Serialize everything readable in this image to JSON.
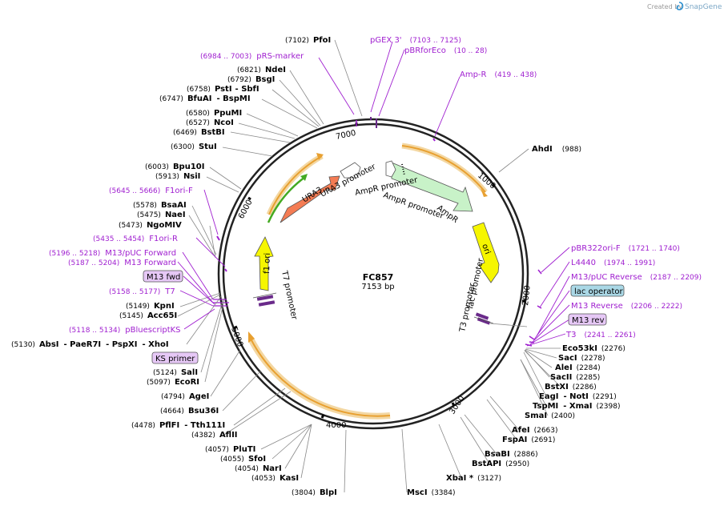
{
  "branding": {
    "created_by": "Created by",
    "product": "SnapGene"
  },
  "plasmid": {
    "name": "FC857",
    "size": "7153 bp"
  },
  "ticks": [
    "1000",
    "2000",
    "3000",
    "4000",
    "5000",
    "6000",
    "7000"
  ],
  "enzymes": [
    {
      "id": "pfoi",
      "pos": "(7102)",
      "name": "PfoI"
    },
    {
      "id": "ndei",
      "pos": "(6821)",
      "name": "NdeI"
    },
    {
      "id": "bsgi",
      "pos": "(6792)",
      "name": "BsgI"
    },
    {
      "id": "psti-sbfi",
      "pos": "(6758)",
      "name": "PstI",
      "name2": "SbfI"
    },
    {
      "id": "bfuai-bspmi",
      "pos": "(6747)",
      "name": "BfuAI",
      "name2": "BspMI"
    },
    {
      "id": "ppumi",
      "pos": "(6580)",
      "name": "PpuMI"
    },
    {
      "id": "ncoi",
      "pos": "(6527)",
      "name": "NcoI"
    },
    {
      "id": "bstbi",
      "pos": "(6469)",
      "name": "BstBI"
    },
    {
      "id": "stui",
      "pos": "(6300)",
      "name": "StuI"
    },
    {
      "id": "bpu10i",
      "pos": "(6003)",
      "name": "Bpu10I"
    },
    {
      "id": "nsii",
      "pos": "(5913)",
      "name": "NsiI"
    },
    {
      "id": "bsaai",
      "pos": "(5578)",
      "name": "BsaAI"
    },
    {
      "id": "naei",
      "pos": "(5475)",
      "name": "NaeI"
    },
    {
      "id": "ngomiv",
      "pos": "(5473)",
      "name": "NgoMIV"
    },
    {
      "id": "kpni",
      "pos": "(5149)",
      "name": "KpnI"
    },
    {
      "id": "acc65i",
      "pos": "(5145)",
      "name": "Acc65I"
    },
    {
      "id": "absi-group",
      "pos": "(5130)",
      "name": "AbsI",
      "name2": "PaeR7I",
      "name3": "PspXI",
      "name4": "XhoI"
    },
    {
      "id": "sali",
      "pos": "(5124)",
      "name": "SalI"
    },
    {
      "id": "ecori",
      "pos": "(5097)",
      "name": "EcoRI"
    },
    {
      "id": "agei",
      "pos": "(4794)",
      "name": "AgeI"
    },
    {
      "id": "bsu36i",
      "pos": "(4664)",
      "name": "Bsu36I"
    },
    {
      "id": "pflfi",
      "pos": "(4478)",
      "name": "PflFI",
      "name2": "Tth111I"
    },
    {
      "id": "aflii",
      "pos": "(4382)",
      "name": "AflII"
    },
    {
      "id": "plutI",
      "pos": "(4057)",
      "name": "PluTI"
    },
    {
      "id": "sfoi",
      "pos": "(4055)",
      "name": "SfoI"
    },
    {
      "id": "nari",
      "pos": "(4054)",
      "name": "NarI"
    },
    {
      "id": "kasi",
      "pos": "(4053)",
      "name": "KasI"
    },
    {
      "id": "blpi",
      "pos": "(3804)",
      "name": "BlpI"
    },
    {
      "id": "msci",
      "pos": "(3384)",
      "name": "MscI"
    },
    {
      "id": "xbai",
      "pos": "(3127)",
      "name": "XbaI *"
    },
    {
      "id": "bstapi",
      "pos": "(2950)",
      "name": "BstAPI"
    },
    {
      "id": "bsabi",
      "pos": "(2886)",
      "name": "BsaBI"
    },
    {
      "id": "fspai",
      "pos": "(2691)",
      "name": "FspAI"
    },
    {
      "id": "afei",
      "pos": "(2663)",
      "name": "AfeI"
    },
    {
      "id": "smai",
      "pos": "(2400)",
      "name": "SmaI"
    },
    {
      "id": "tspmi-xmai",
      "pos": "(2398)",
      "name": "TspMI",
      "name2": "XmaI"
    },
    {
      "id": "eagi-noti",
      "pos": "(2291)",
      "name": "EagI",
      "name2": "NotI"
    },
    {
      "id": "bstxi",
      "pos": "(2286)",
      "name": "BstXI"
    },
    {
      "id": "sacii",
      "pos": "(2285)",
      "name": "SacII"
    },
    {
      "id": "alei",
      "pos": "(2284)",
      "name": "AleI"
    },
    {
      "id": "saci",
      "pos": "(2278)",
      "name": "SacI"
    },
    {
      "id": "eco53ki",
      "pos": "(2276)",
      "name": "Eco53kI"
    },
    {
      "id": "ahdi",
      "pos": "(988)",
      "name": "AhdI"
    }
  ],
  "primers": [
    {
      "id": "pgex3",
      "name": "pGEX 3'",
      "range": "(7103 .. 7125)"
    },
    {
      "id": "pbrforeco",
      "name": "pBRforEco",
      "range": "(10 .. 28)"
    },
    {
      "id": "prs-marker",
      "name": "pRS-marker",
      "range": "(6984 .. 7003)"
    },
    {
      "id": "amp-r",
      "name": "Amp-R",
      "range": "(419 .. 438)"
    },
    {
      "id": "f1ori-f",
      "name": "F1ori-F",
      "range": "(5645 .. 5666)"
    },
    {
      "id": "f1ori-r",
      "name": "F1ori-R",
      "range": "(5435 .. 5454)"
    },
    {
      "id": "m13puc-fwd",
      "name": "M13/pUC Forward",
      "range": "(5196 .. 5218)"
    },
    {
      "id": "m13-fwd",
      "name": "M13 Forward",
      "range": "(5187 .. 5204)"
    },
    {
      "id": "t7",
      "name": "T7",
      "range": "(5158 .. 5177)"
    },
    {
      "id": "pbluescriptks",
      "name": "pBluescriptKS",
      "range": "(5118 .. 5134)"
    },
    {
      "id": "pbr322ori-f",
      "name": "pBR322ori-F",
      "range": "(1721 .. 1740)"
    },
    {
      "id": "l4440",
      "name": "L4440",
      "range": "(1974 .. 1991)"
    },
    {
      "id": "m13puc-rev",
      "name": "M13/pUC Reverse",
      "range": "(2187 .. 2209)"
    },
    {
      "id": "m13-reverse",
      "name": "M13 Reverse",
      "range": "(2206 .. 2222)"
    },
    {
      "id": "t3",
      "name": "T3",
      "range": "(2241 .. 2261)"
    }
  ],
  "boxed_labels": {
    "m13fwd": "M13 fwd",
    "ks_primer": "KS primer",
    "lac_operator": "lac operator",
    "m13rev": "M13 rev"
  },
  "features": {
    "ampr_promoter": "AmpR promoter",
    "ampr": "AmpR",
    "ori": "ori",
    "lac_promoter": "lac promoter",
    "t3_promoter": "T3 promoter",
    "t7_promoter": "T7 promoter",
    "f1_ori": "f1 ori",
    "ura3": "URA3",
    "ura3_promoter": "URA3 promoter"
  },
  "colors": {
    "ampr": "#c8f2c8",
    "ori": "#f6f600",
    "ura3": "#f47c54",
    "f1ori": "#f6f600",
    "primer": "#a020d0",
    "orf": "#f0a030",
    "green_orf": "#44aa22"
  }
}
